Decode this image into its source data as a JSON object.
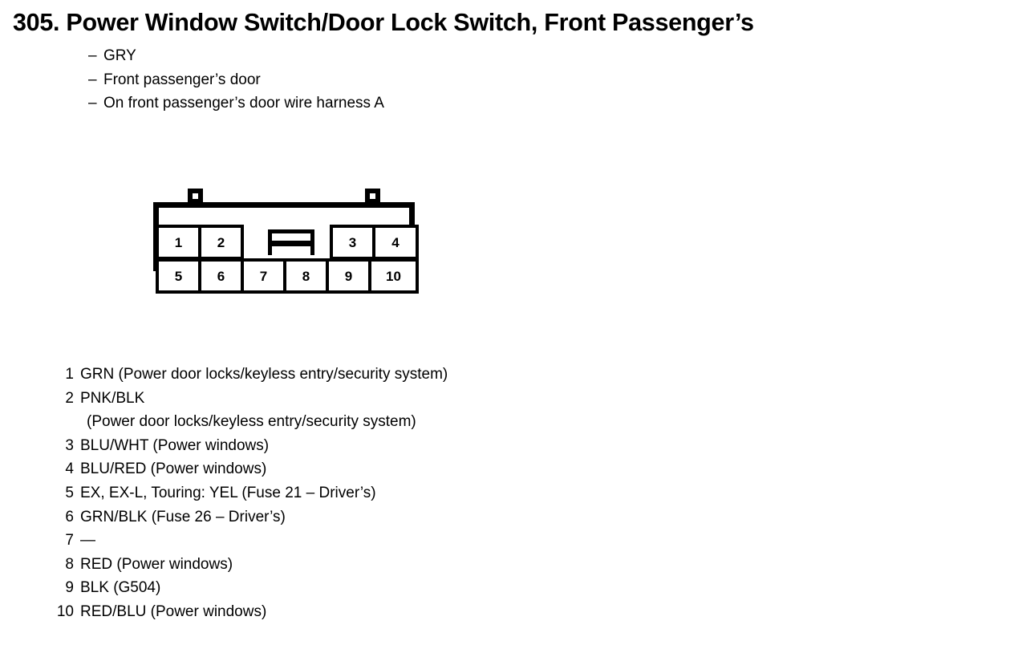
{
  "page": {
    "number": "305.",
    "title": "Power Window Switch/Door Lock Switch, Front Passenger’s",
    "title_full": "305. Power Window Switch/Door Lock Switch, Front Passenger’s"
  },
  "details": [
    {
      "dash": "–",
      "text": "GRY"
    },
    {
      "dash": "–",
      "text": "Front passenger’s door"
    },
    {
      "dash": "–",
      "text": "On front passenger’s door wire harness A"
    }
  ],
  "connector": {
    "type": "10-pin-connector",
    "total_pins": 10,
    "top_row": [
      "1",
      "2",
      "3",
      "4"
    ],
    "bottom_row": [
      "5",
      "6",
      "7",
      "8",
      "9",
      "10"
    ],
    "latch": "center-latch",
    "mount_tabs": 4
  },
  "pins": [
    {
      "num": "1",
      "desc": "GRN (Power door locks/keyless entry/security system)",
      "cont": ""
    },
    {
      "num": "2",
      "desc": "PNK/BLK",
      "cont": "(Power door locks/keyless entry/security system)"
    },
    {
      "num": "3",
      "desc": "BLU/WHT (Power windows)",
      "cont": ""
    },
    {
      "num": "4",
      "desc": "BLU/RED (Power windows)",
      "cont": ""
    },
    {
      "num": "5",
      "desc": "EX, EX-L, Touring: YEL (Fuse 21 – Driver’s)",
      "cont": ""
    },
    {
      "num": "6",
      "desc": "GRN/BLK (Fuse 26 – Driver’s)",
      "cont": ""
    },
    {
      "num": "7",
      "desc": "—",
      "cont": ""
    },
    {
      "num": "8",
      "desc": "RED (Power windows)",
      "cont": ""
    },
    {
      "num": "9",
      "desc": "BLK (G504)",
      "cont": ""
    },
    {
      "num": "10",
      "desc": "RED/BLU (Power windows)",
      "cont": ""
    }
  ],
  "colors": {
    "ink": "#000000",
    "paper": "#ffffff"
  }
}
